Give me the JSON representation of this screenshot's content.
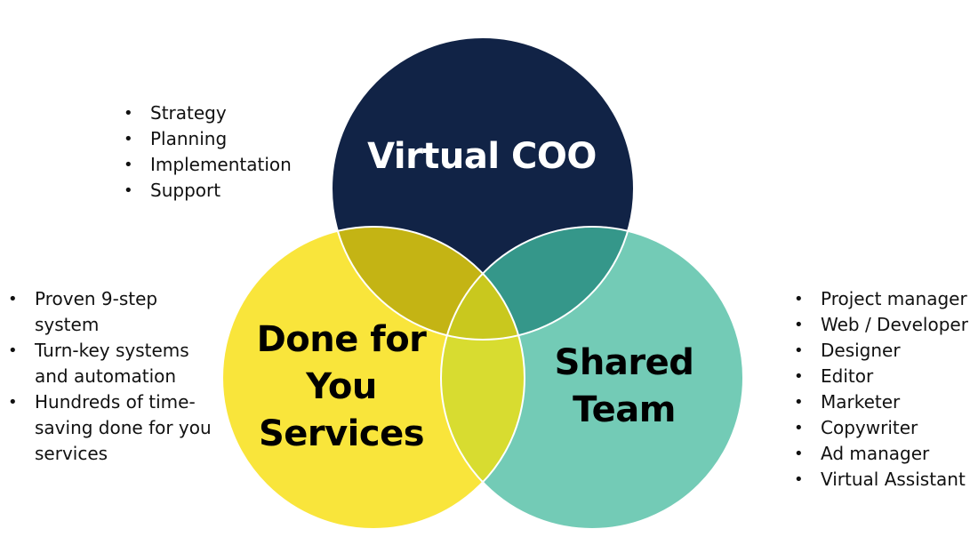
{
  "circles": {
    "virtual_coo": {
      "title": "Virtual COO",
      "color": "#112346",
      "items": [
        "Strategy",
        "Planning",
        "Implementation",
        "Support"
      ]
    },
    "done_for_you": {
      "title_lines": [
        "Done for",
        "You",
        "Services"
      ],
      "color": "#f9e53b",
      "items": [
        "Proven 9-step system",
        "Turn-key systems and automation",
        "Hundreds of time-saving done for you services"
      ]
    },
    "shared_team": {
      "title_lines": [
        "Shared",
        "Team"
      ],
      "color": "#73cbb6",
      "items": [
        "Project manager",
        "Web / Developer",
        "Designer",
        "Editor",
        "Marketer",
        "Copywriter",
        "Ad manager",
        "Virtual Assistant"
      ]
    }
  },
  "overlaps": {
    "coo_dfy": "#c4b414",
    "coo_team": "#35978a",
    "dfy_team": "#d8dc30",
    "center": "#c9c81e"
  }
}
